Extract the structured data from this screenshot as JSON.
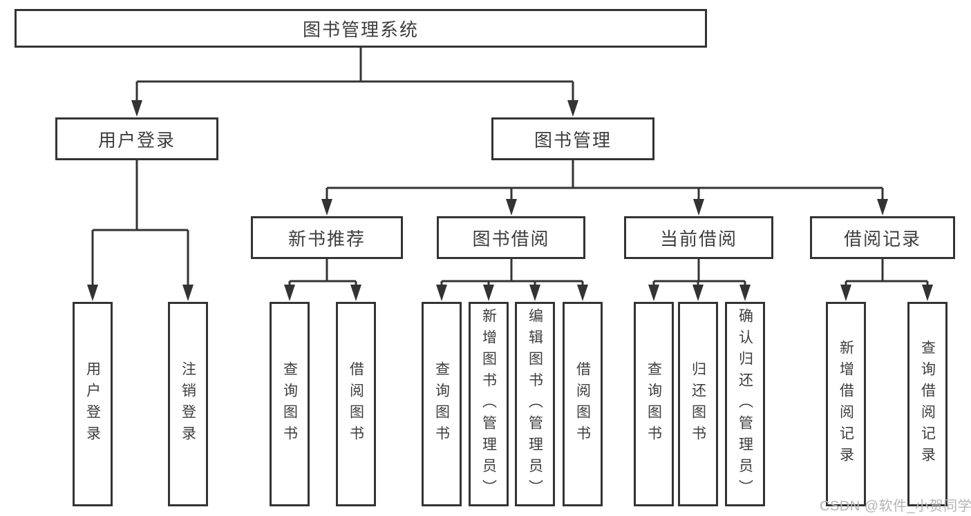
{
  "colors": {
    "line": "#333333",
    "box_bg": "#ffffff",
    "text": "#3d3d3d",
    "watermark": "#b5b5b5",
    "background": "#ffffff"
  },
  "tree": {
    "root": {
      "label": "图书管理系统"
    },
    "level2": [
      {
        "label": "用户登录"
      },
      {
        "label": "图书管理"
      }
    ],
    "level3": [
      {
        "label": "新书推荐"
      },
      {
        "label": "图书借阅"
      },
      {
        "label": "当前借阅"
      },
      {
        "label": "借阅记录"
      }
    ],
    "leaves": {
      "user_login": [
        {
          "label": "用户登录"
        },
        {
          "label": "注销登录"
        }
      ],
      "new_books": [
        {
          "label": "查询图书"
        },
        {
          "label": "借阅图书"
        }
      ],
      "book_borrow": [
        {
          "label": "查询图书"
        },
        {
          "label": "新增图书（管理员）"
        },
        {
          "label": "编辑图书（管理员）"
        },
        {
          "label": "借阅图书"
        }
      ],
      "current_borrow": [
        {
          "label": "查询图书"
        },
        {
          "label": "归还图书"
        },
        {
          "label": "确认归还（管理员）"
        }
      ],
      "borrow_records": [
        {
          "label": "新增借阅记录"
        },
        {
          "label": "查询借阅记录"
        }
      ]
    }
  },
  "watermark": {
    "text": "CSDN @软件_小贺同学"
  }
}
